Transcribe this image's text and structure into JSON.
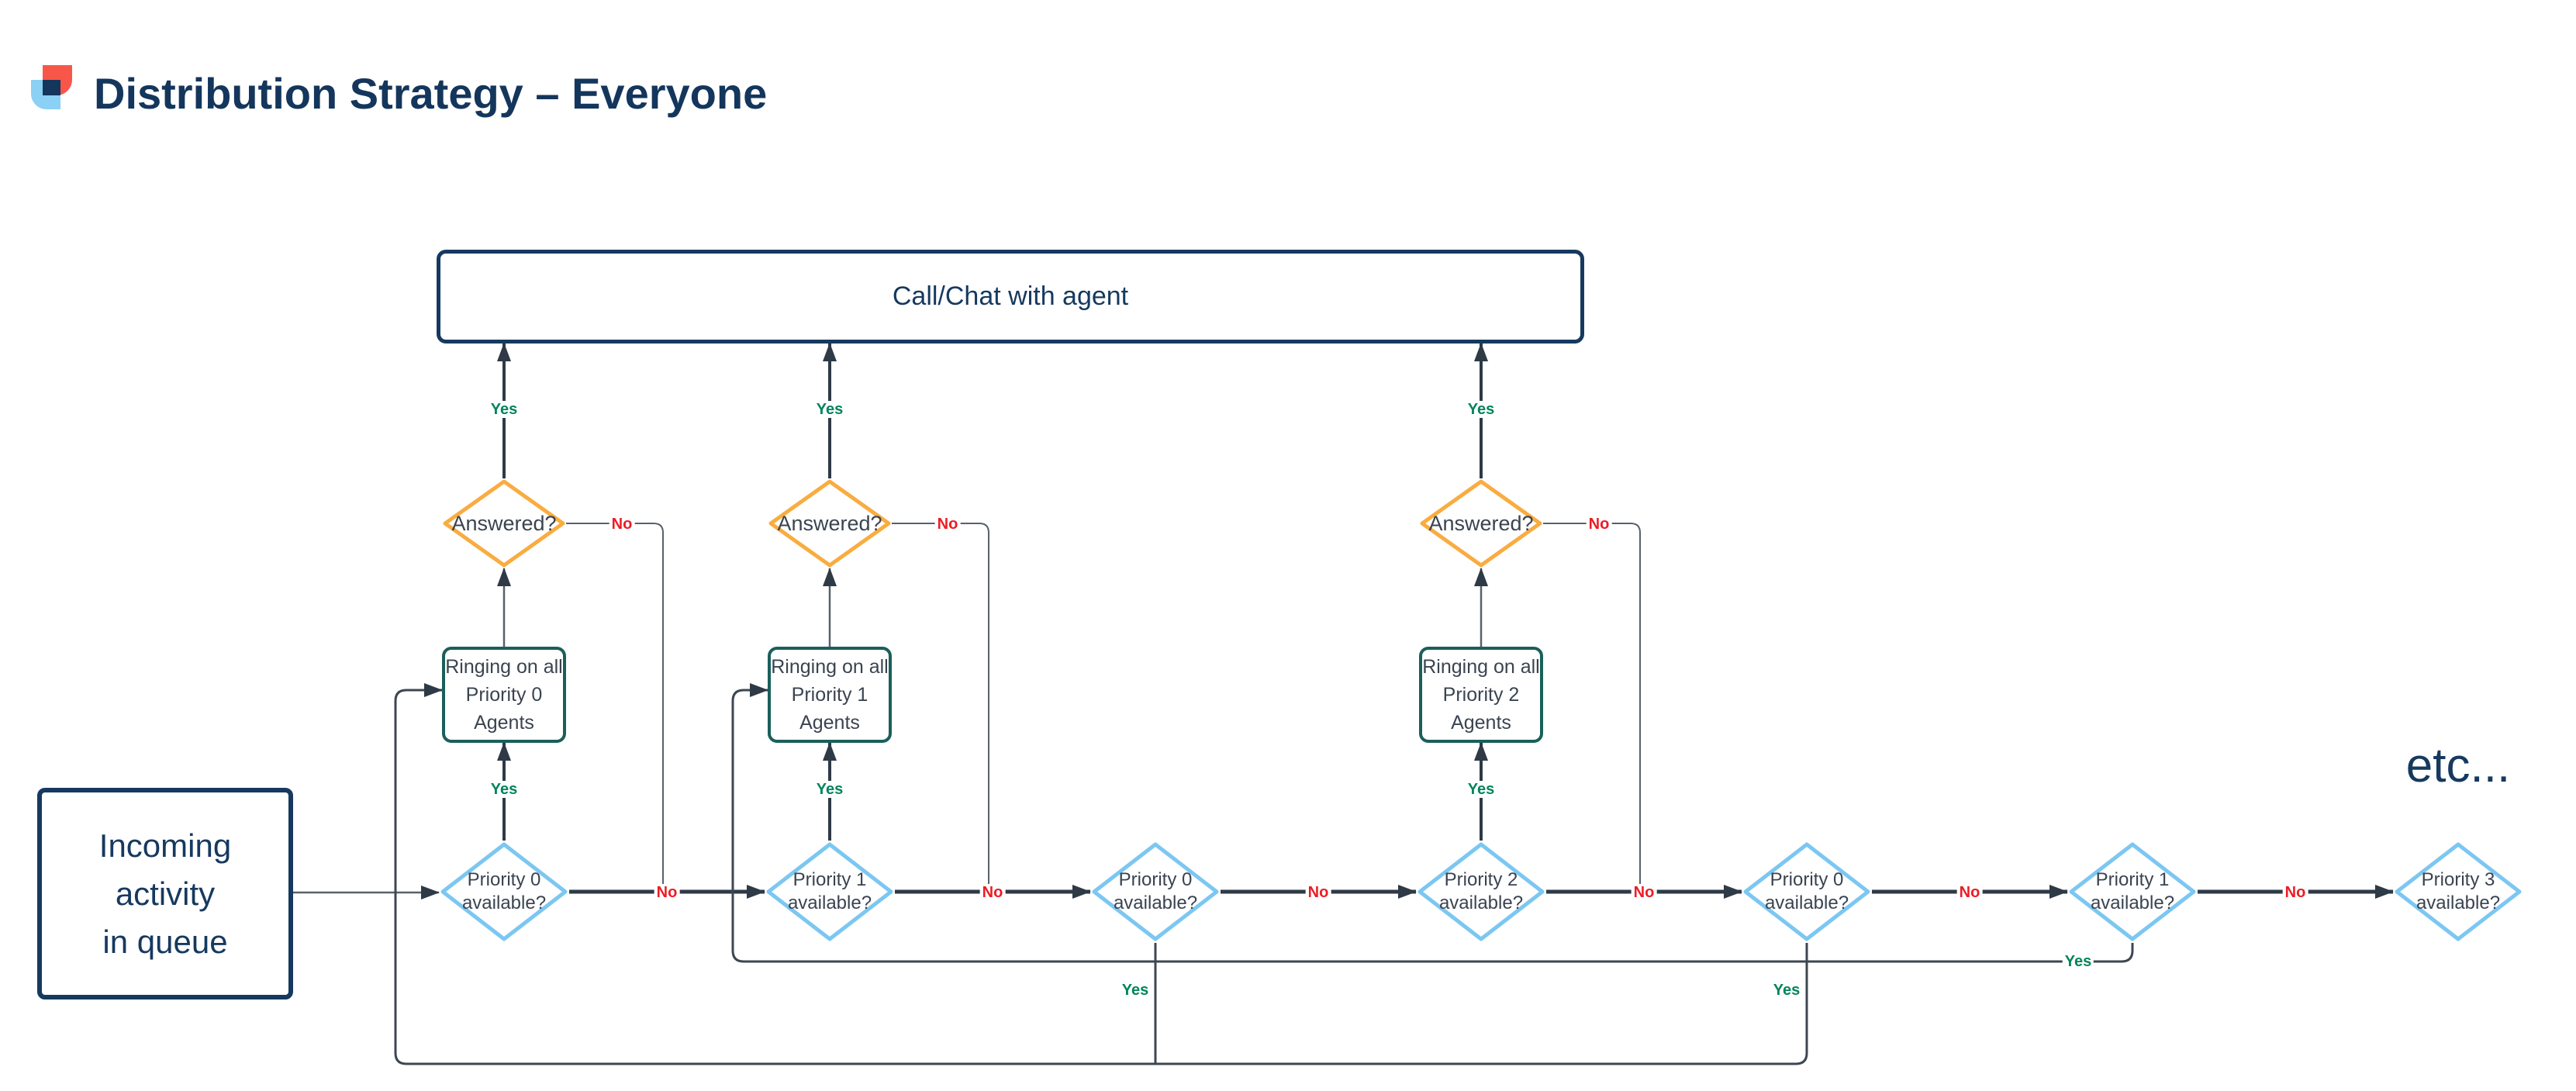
{
  "title": "Distribution Strategy – Everyone",
  "nodes": {
    "call_chat": "Call/Chat with agent",
    "incoming": [
      "Incoming",
      "activity",
      "in queue"
    ],
    "answered": "Answered?",
    "ringing": [
      [
        "Ringing on all",
        "Priority 0",
        "Agents"
      ],
      [
        "Ringing on all",
        "Priority 1",
        "Agents"
      ],
      [
        "Ringing on all",
        "Priority 2",
        "Agents"
      ]
    ],
    "priority": [
      [
        "Priority 0",
        "available?"
      ],
      [
        "Priority 1",
        "available?"
      ],
      [
        "Priority 0",
        "available?"
      ],
      [
        "Priority 2",
        "available?"
      ],
      [
        "Priority 0",
        "available?"
      ],
      [
        "Priority 1",
        "available?"
      ],
      [
        "Priority 3",
        "available?"
      ]
    ],
    "etc": "etc..."
  },
  "labels": {
    "yes": "Yes",
    "no": "No"
  },
  "colors": {
    "navy": "#14365C",
    "diamond_orange": "#F9AC40",
    "diamond_blue": "#7CC7F2",
    "rect_teal": "#1A5F5B",
    "line_dark": "#2E3A46",
    "line_light": "#58616B",
    "yes_green": "#00855C",
    "no_red": "#EC1C24",
    "node_text": "#3A4450",
    "logo_red": "#F9564A",
    "logo_blue": "#8BD0F5",
    "background": "#FFFFFF"
  }
}
